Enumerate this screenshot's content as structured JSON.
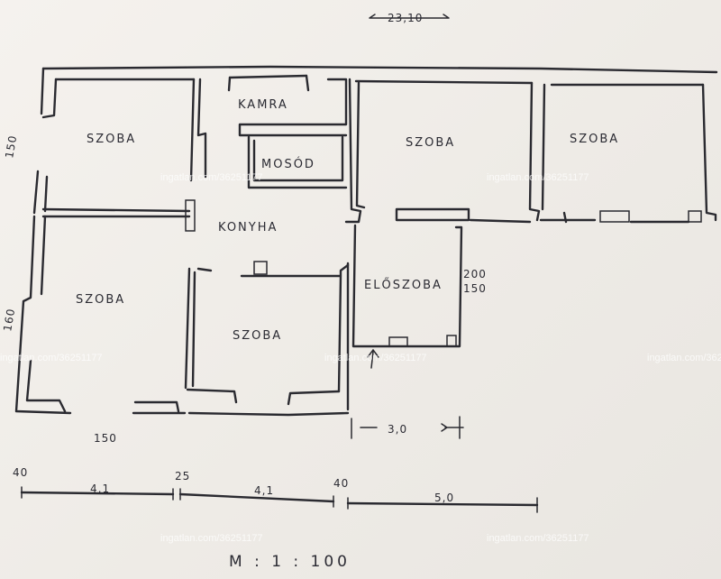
{
  "plan": {
    "top_dimension": "23,10",
    "scale": "M : 1 : 100",
    "rooms": {
      "szoba_top_left": "SZOBA",
      "kamra": "KAMRA",
      "mosodo": "MOSÓD",
      "konyha": "KONYHA",
      "szoba_mid_1": "SZOBA",
      "szoba_mid_2": "SZOBA",
      "szoba_left_bottom": "SZOBA",
      "szoba_center_bottom": "SZOBA",
      "eloszoba": "ELŐSZOBA"
    },
    "dimensions": {
      "left_top_height": "150",
      "left_bottom_height": "160",
      "bottom_width": "150",
      "hall_width": "3,0",
      "hall_height_a": "200",
      "hall_height_b": "150"
    },
    "scale_bar": {
      "labels": [
        "40",
        "25",
        "40"
      ],
      "segments": [
        "4,1",
        "4,1",
        "5,0"
      ]
    }
  },
  "watermark": {
    "text": "ingatlan.com/36251177"
  }
}
